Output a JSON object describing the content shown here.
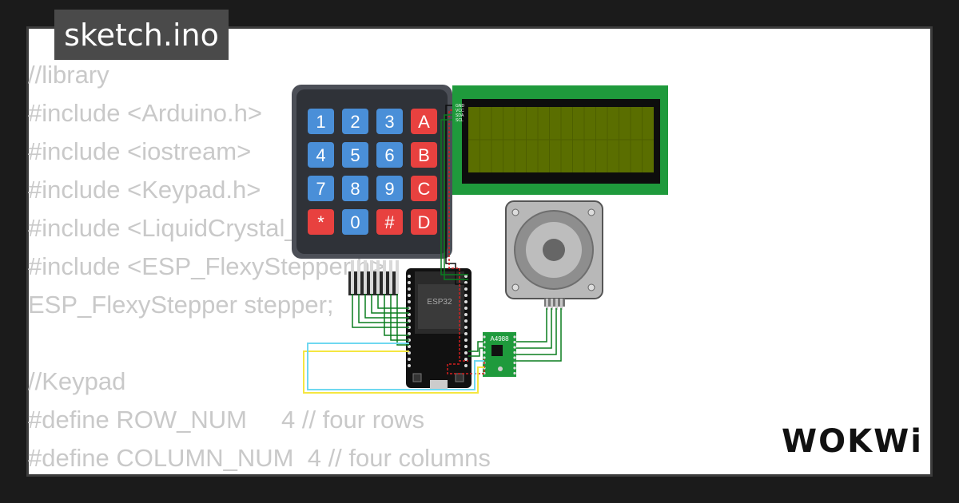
{
  "file_tab": {
    "label": "sketch.ino"
  },
  "code_lines": [
    "//library",
    "#include <Arduino.h>",
    "#include <iostream>",
    "#include <Keypad.h>",
    "#include <LiquidCrystal_I2C.h>",
    "#include <ESP_FlexyStepper.h>",
    "ESP_FlexyStepper stepper;",
    "",
    "//Keypad",
    "#define ROW_NUM     4 // four rows",
    "#define COLUMN_NUM  4 // four columns"
  ],
  "keypad": {
    "keys": [
      "1",
      "2",
      "3",
      "A",
      "4",
      "5",
      "6",
      "B",
      "7",
      "8",
      "9",
      "C",
      "*",
      "0",
      "#",
      "D"
    ],
    "blue_color": "#4a8fd8",
    "red_color": "#e8413f"
  },
  "lcd": {
    "pin_labels": [
      "GND",
      "VCC",
      "SDA",
      "SCL"
    ],
    "screen_color": "#5a6e00",
    "pcb_color": "#1f9a3c"
  },
  "esp32": {
    "label": "ESP32"
  },
  "driver": {
    "label": "A4988"
  },
  "brand": {
    "logo_text": "WOKWi"
  }
}
